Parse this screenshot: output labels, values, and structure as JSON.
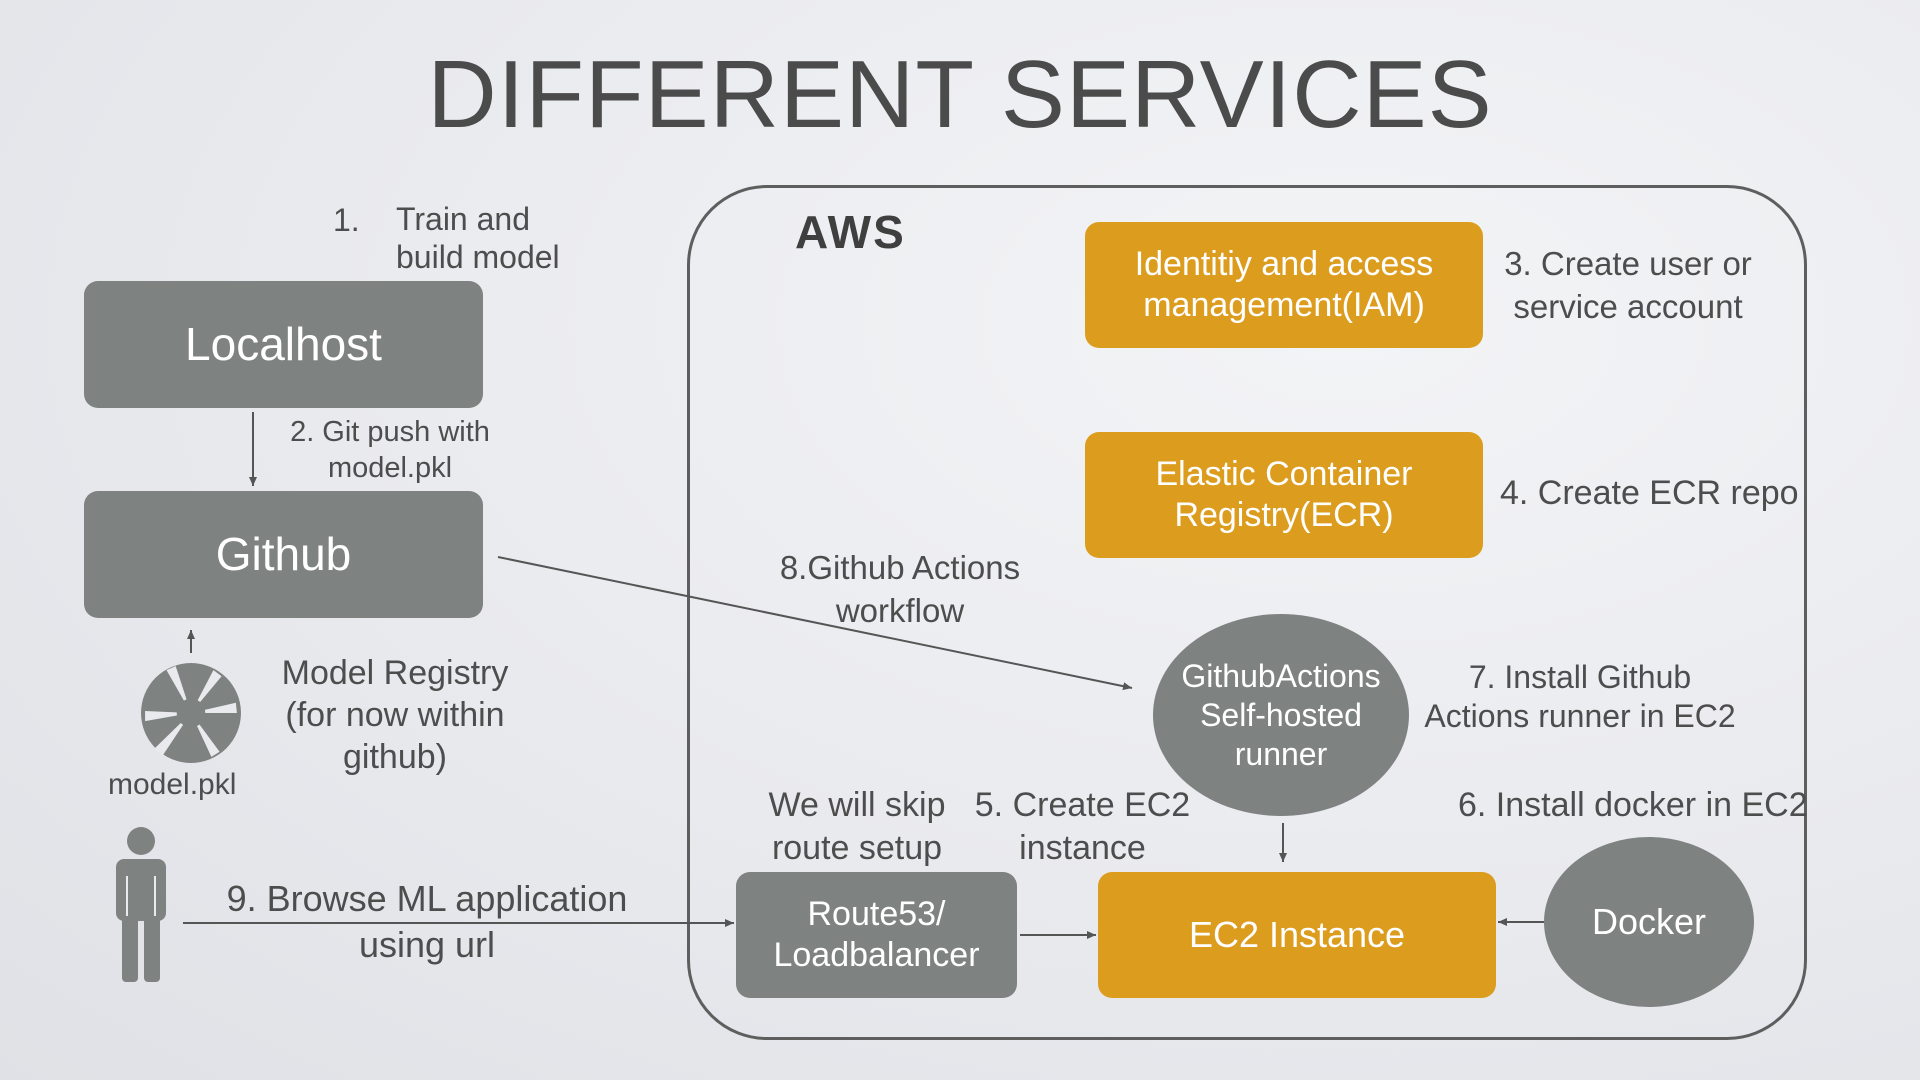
{
  "title": "DIFFERENT SERVICES",
  "aws_label": "AWS",
  "nodes": {
    "localhost": "Localhost",
    "github": "Github",
    "model_file": "model.pkl",
    "iam": "Identitiy and access management(IAM)",
    "ecr": "Elastic Container Registry(ECR)",
    "runner": "GithubActions Self-hosted runner",
    "route53": "Route53/ Loadbalancer",
    "ec2": "EC2 Instance",
    "docker": "Docker"
  },
  "steps": {
    "s1_num": "1.",
    "s1_text": "Train and build model",
    "s2": "2. Git push with model.pkl",
    "registry": "Model Registry (for now within github)",
    "s3": "3. Create user or service account",
    "s4": "4. Create ECR repo",
    "s5": "5. Create EC2 instance",
    "s6": "6. Install docker in EC2",
    "s7": "7. Install Github Actions runner in EC2",
    "s8": "8.Github Actions workflow",
    "s9": "9. Browse ML application using url",
    "skip_route": "We will skip route setup"
  },
  "colors": {
    "gray_box": "#7e8381",
    "orange_box": "#dc9d1f",
    "text": "#4d4d4d"
  },
  "icons": [
    "aperture-icon",
    "person-icon"
  ]
}
